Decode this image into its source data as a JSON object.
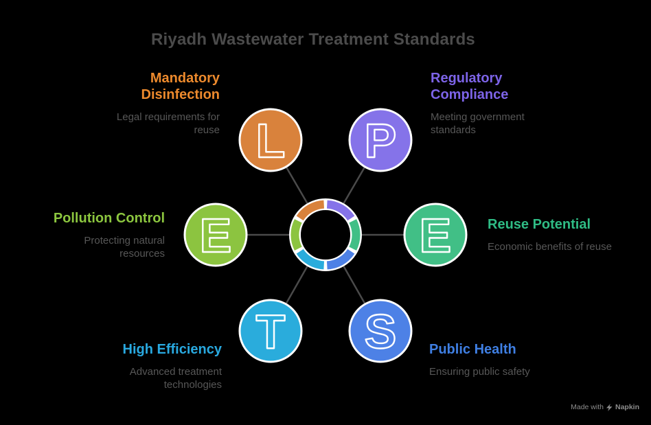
{
  "title": "Riyadh Wastewater Treatment Standards",
  "nodes": [
    {
      "id": "mandatory-disinfection",
      "letter": "L",
      "heading": "Mandatory Disinfection",
      "description": "Legal requirements for reuse",
      "circle_color": "#D9823C",
      "heading_color": "#ED8A2D"
    },
    {
      "id": "regulatory-compliance",
      "letter": "P",
      "heading": "Regulatory Compliance",
      "description": "Meeting government standards",
      "circle_color": "#8573E9",
      "heading_color": "#7D64E8"
    },
    {
      "id": "pollution-control",
      "letter": "E",
      "heading": "Pollution Control",
      "description": "Protecting natural resources",
      "circle_color": "#8CC440",
      "heading_color": "#8CC63F"
    },
    {
      "id": "reuse-potential",
      "letter": "E",
      "heading": "Reuse Potential",
      "description": "Economic benefits of reuse",
      "circle_color": "#41BF86",
      "heading_color": "#2FBC85"
    },
    {
      "id": "high-efficiency",
      "letter": "T",
      "heading": "High Efficiency",
      "description": "Advanced treatment technologies",
      "circle_color": "#2AACDC",
      "heading_color": "#29A9E0"
    },
    {
      "id": "public-health",
      "letter": "S",
      "heading": "Public Health",
      "description": "Ensuring public safety",
      "circle_color": "#4D81E6",
      "heading_color": "#3F7FE3"
    }
  ],
  "watermark": {
    "made_with": "Made with",
    "brand": "Napkin"
  },
  "colors": {
    "background": "#000000",
    "title_text": "#4B4B4B",
    "description_text": "#575757",
    "connector_line": "#4A4A4A",
    "circle_outline": "#FFFFFF"
  }
}
